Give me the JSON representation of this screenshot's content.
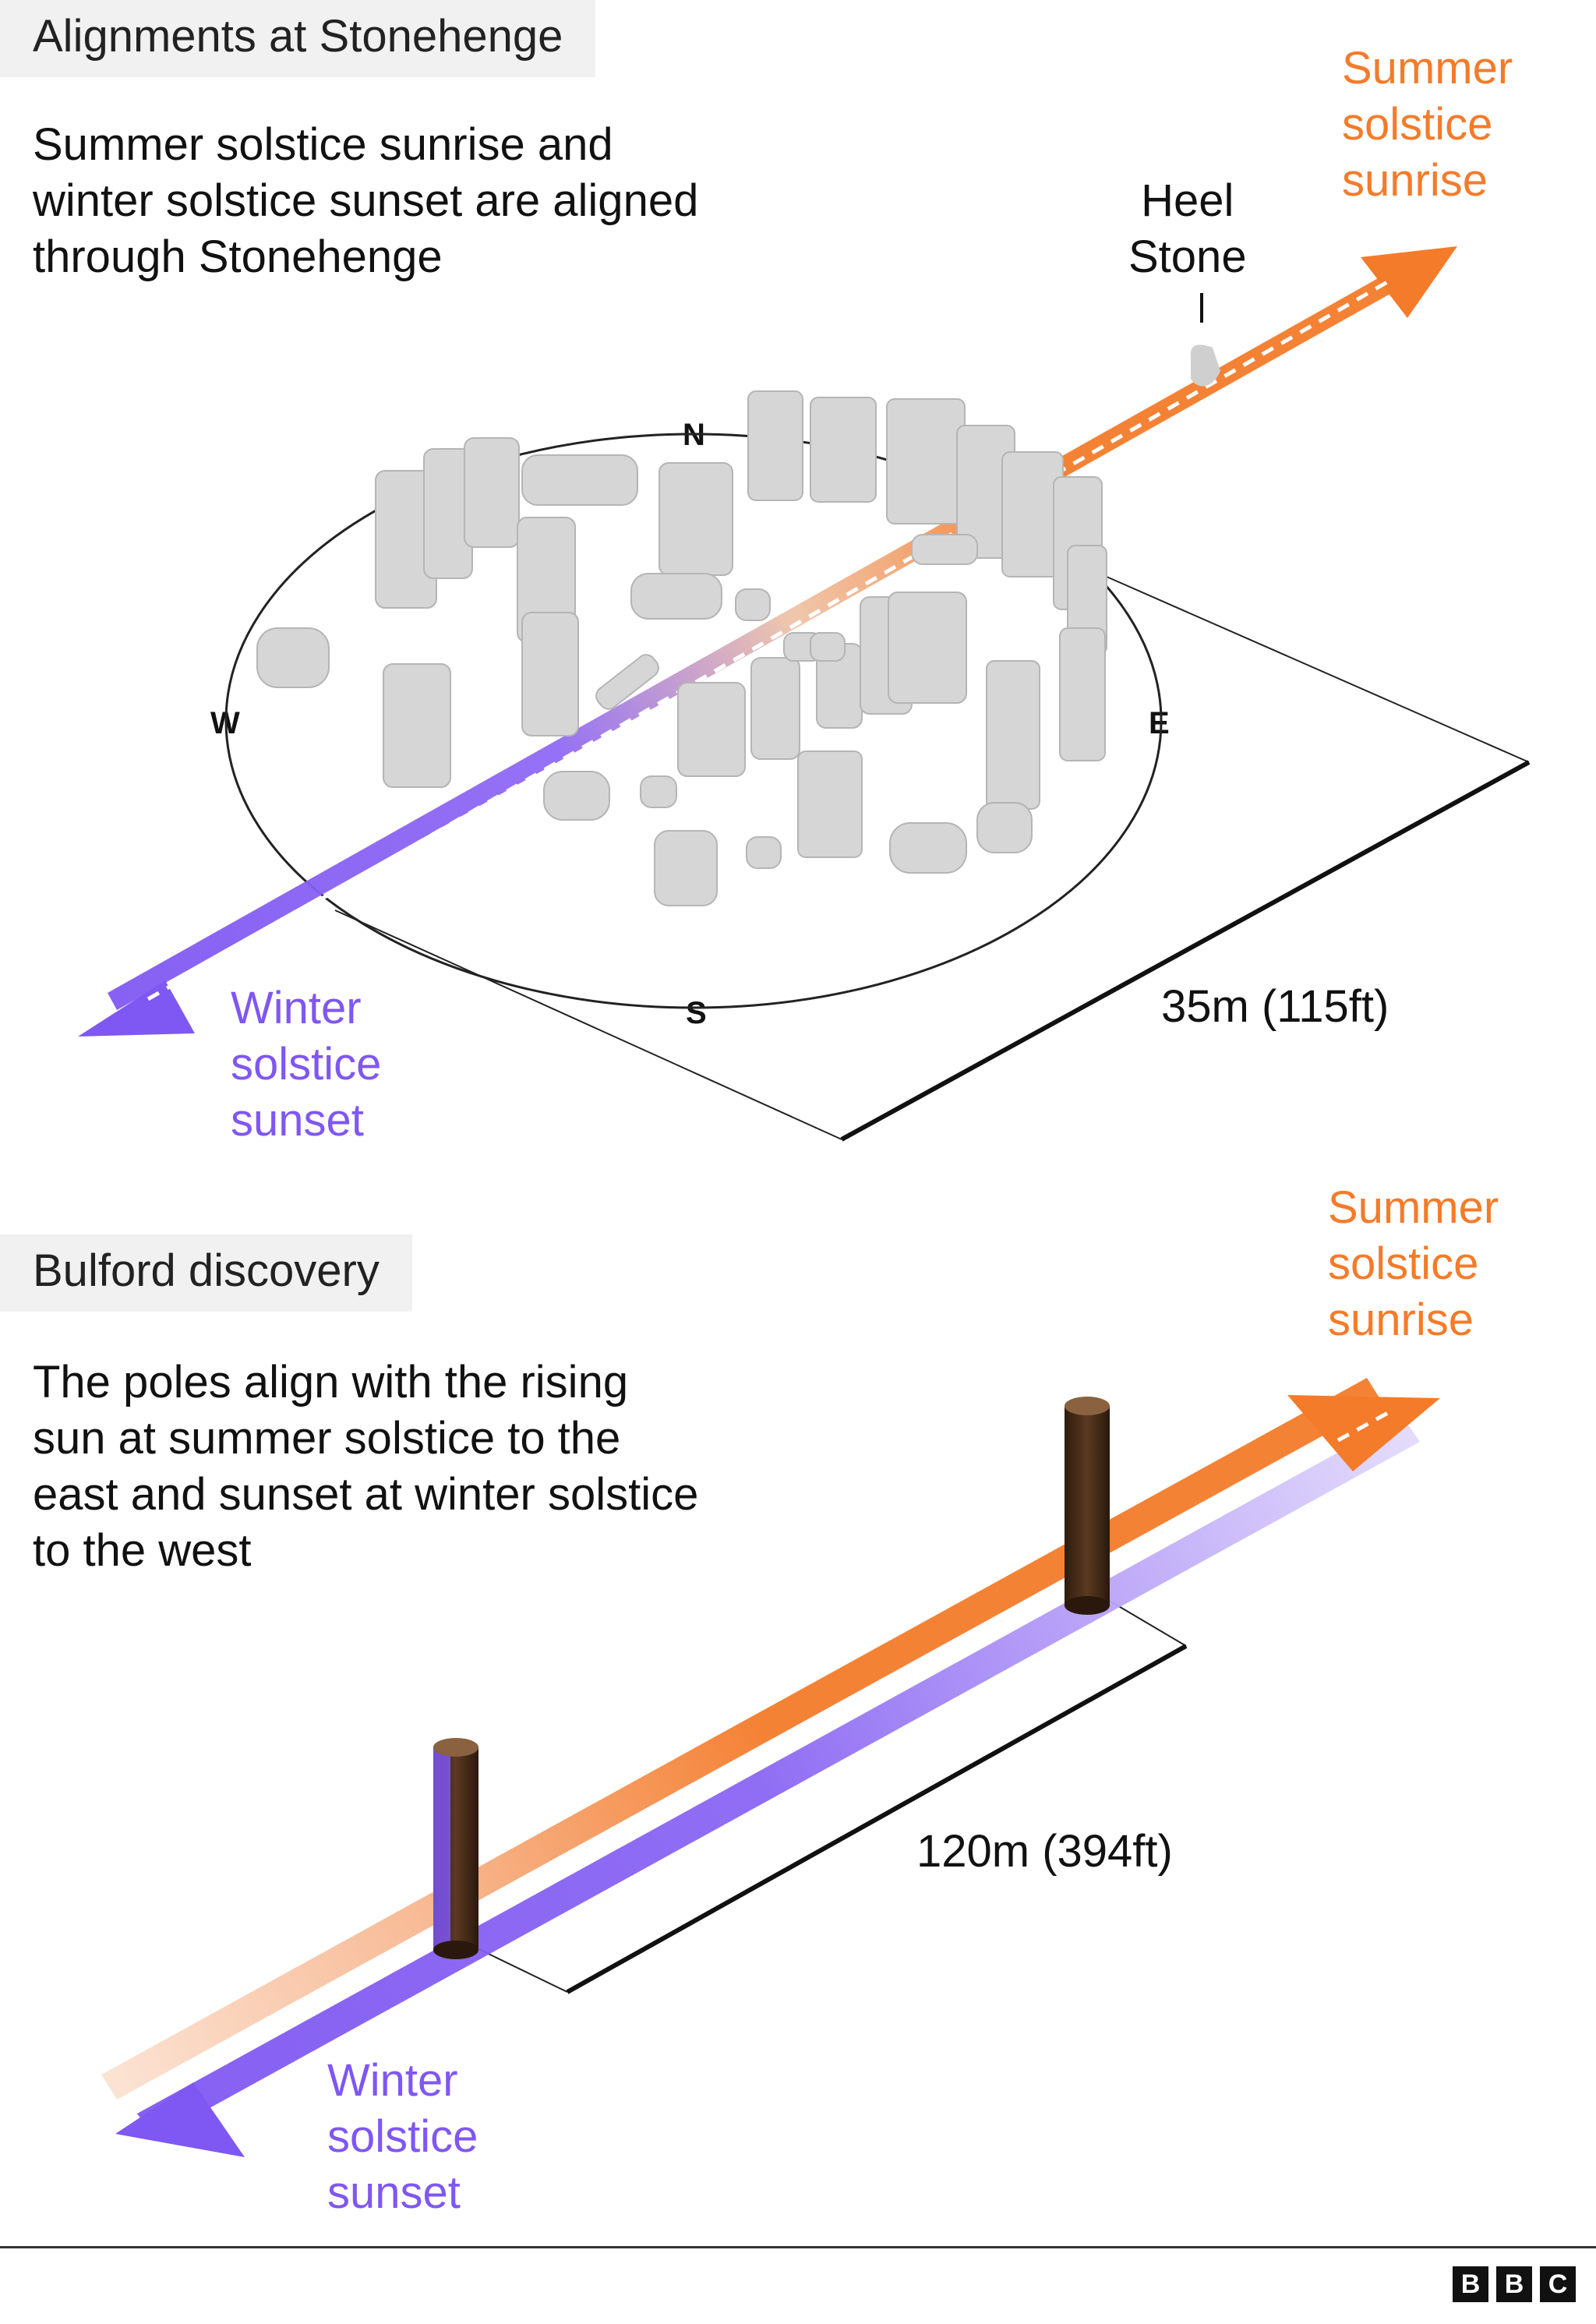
{
  "panels": [
    {
      "title": "Alignments at Stonehenge",
      "description": "Summer solstice sunrise and\nwinter solstice sunset are aligned\nthrough Stonehenge",
      "sunrise_label": "Summer\nsolstice\nsunrise",
      "sunset_label": "Winter\nsolstice\nsunset",
      "heel_stone_label": "Heel\nStone",
      "compass": {
        "n": "N",
        "s": "S",
        "e": "E",
        "w": "W"
      },
      "measure": "35m (115ft)"
    },
    {
      "title": "Bulford discovery",
      "description": "The poles align with the rising\nsun at summer solstice to the\neast and sunset at winter solstice\nto the west",
      "sunrise_label": "Summer\nsolstice\nsunrise",
      "sunset_label": "Winter\nsolstice\nsunset",
      "measure": "120m (394ft)"
    }
  ],
  "logo": [
    "B",
    "B",
    "C"
  ],
  "colors": {
    "sunrise": "#f47b2a",
    "sunset": "#7f57f2",
    "stone": "#d4d4d4",
    "wood": "#4a2f1a"
  }
}
